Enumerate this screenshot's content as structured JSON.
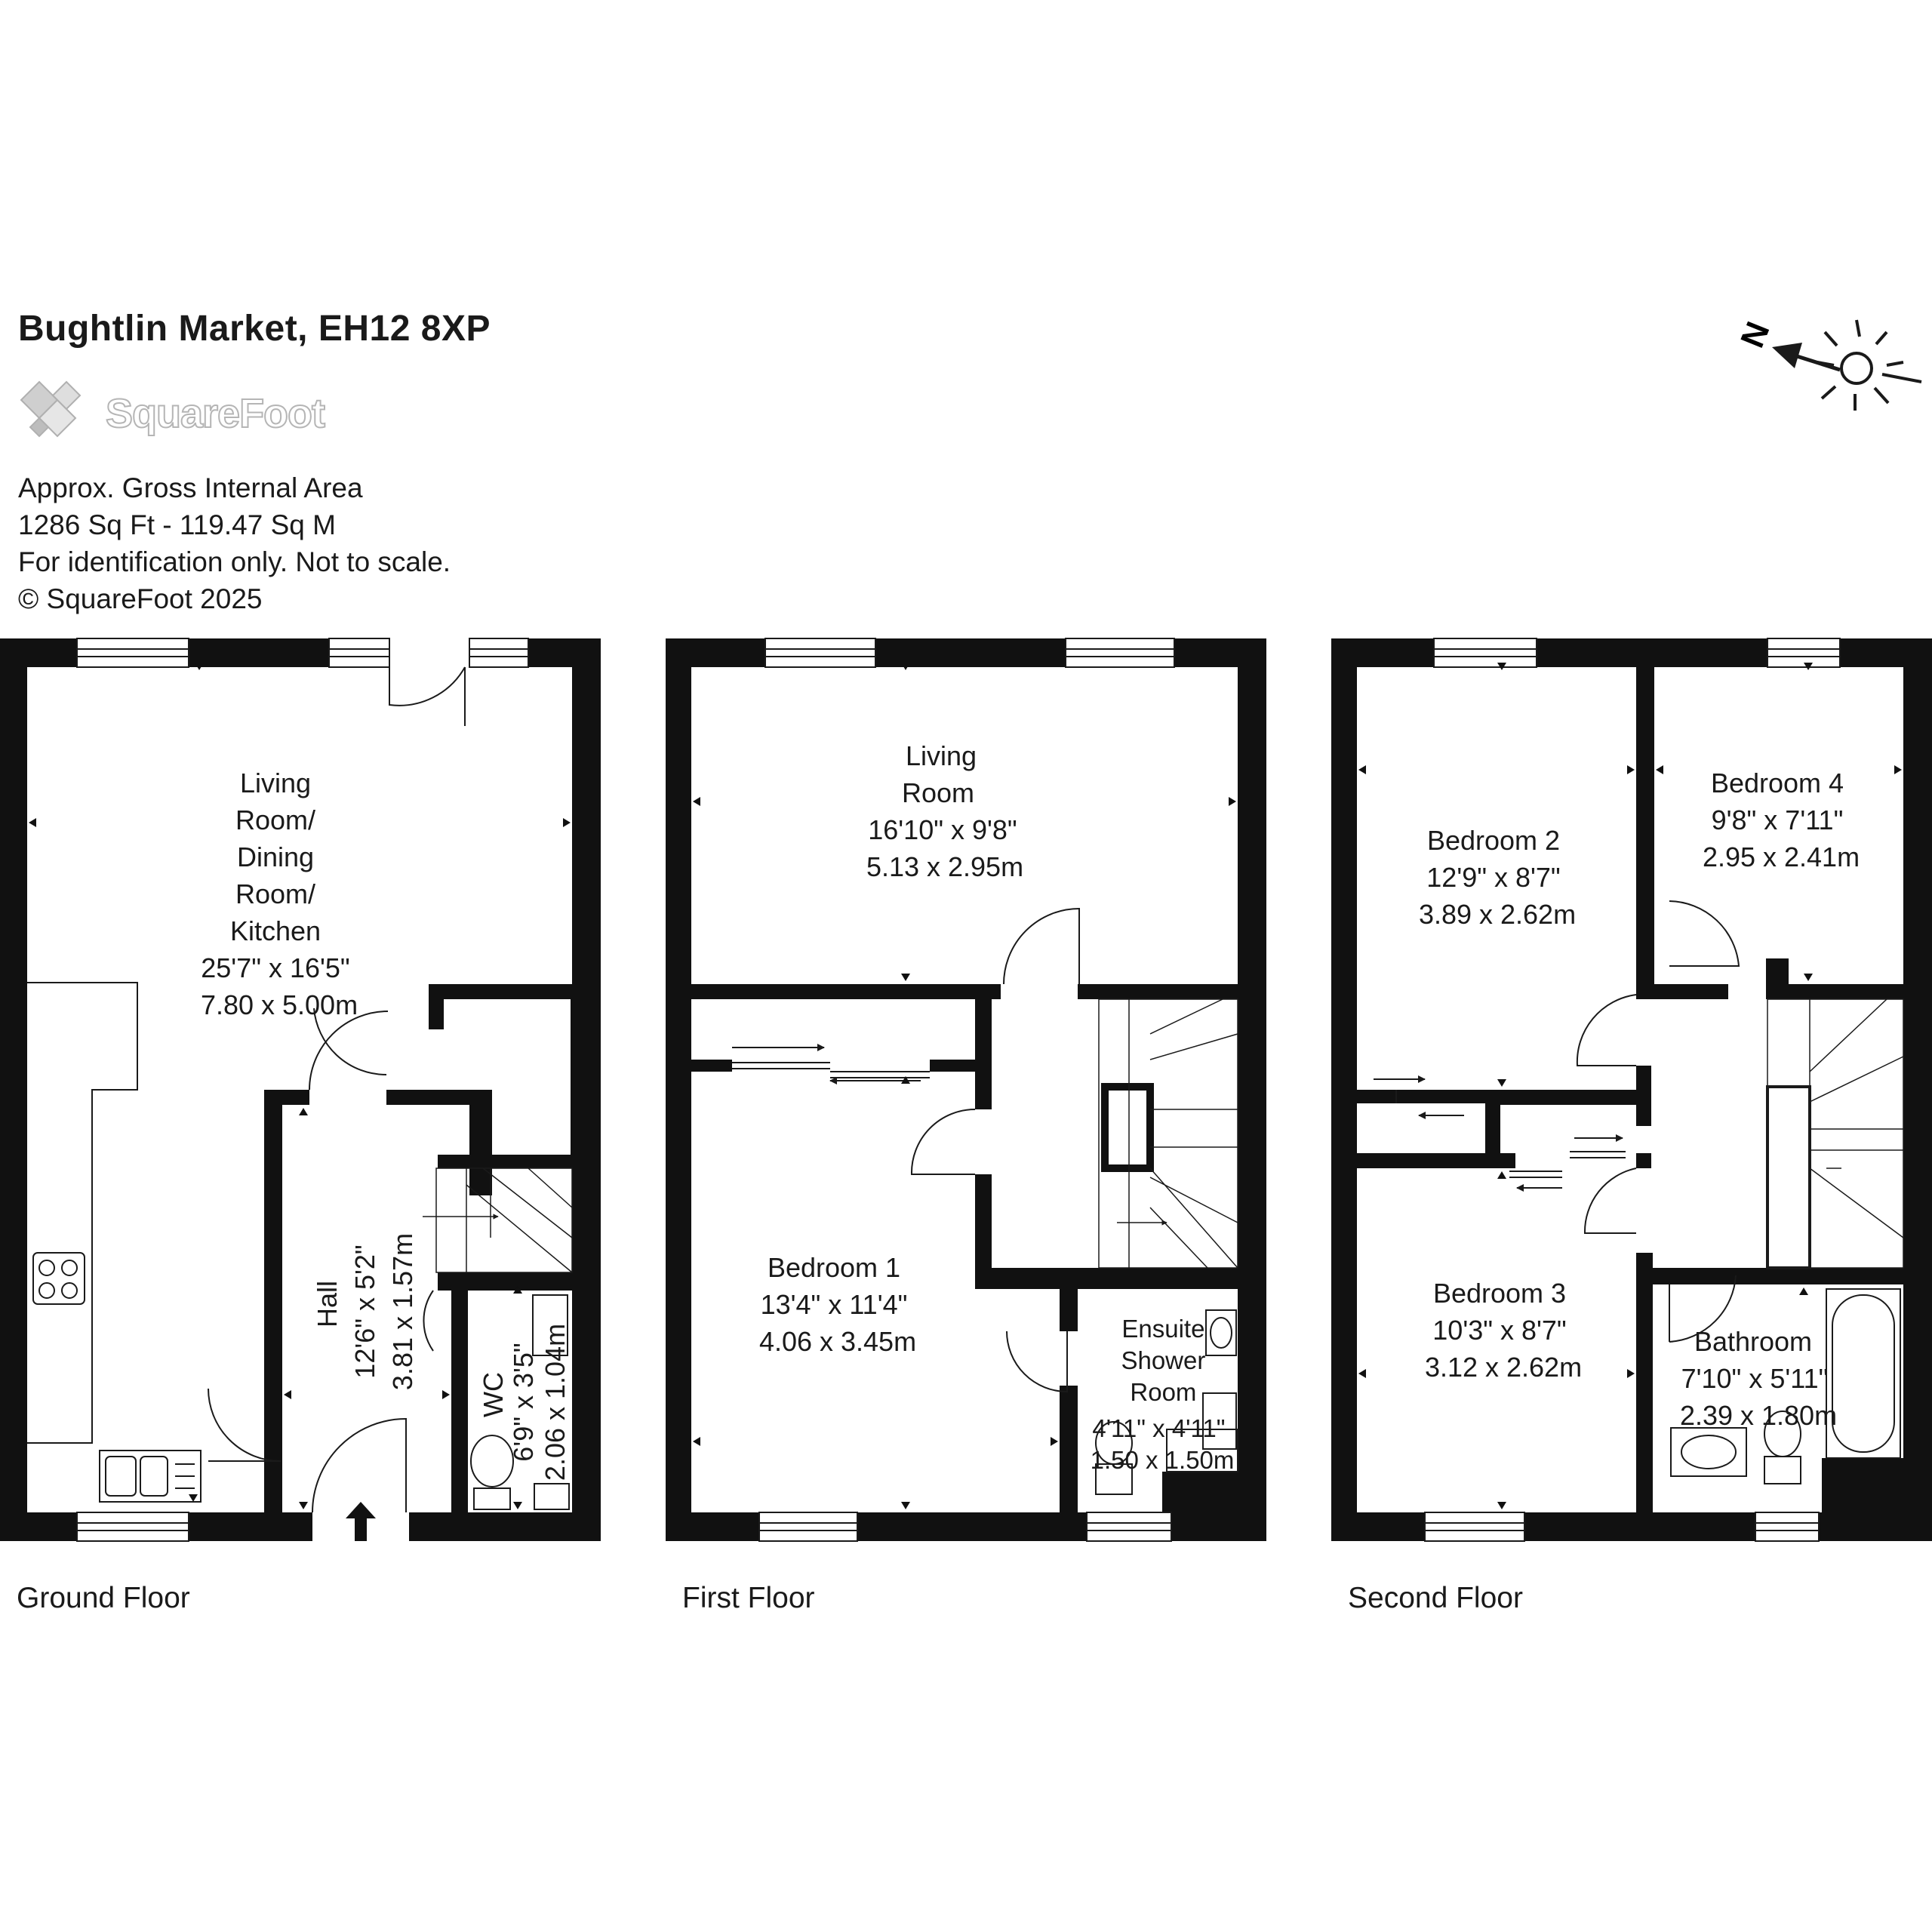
{
  "header": {
    "title": "Bughtlin Market, EH12 8XP",
    "brand": "SquareFoot",
    "area_label": "Approx. Gross Internal Area",
    "area_value": "1286 Sq Ft  -  119.47 Sq M",
    "disclaimer": "For identification only. Not to scale.",
    "copyright": "© SquareFoot 2025"
  },
  "compass": {
    "letter": "N"
  },
  "floors": {
    "ground": {
      "label": "Ground Floor",
      "rooms": {
        "living": {
          "lines": [
            "Living",
            "Room/",
            "Dining",
            "Room/",
            "Kitchen"
          ],
          "imperial": "25'7\" x 16'5\"",
          "metric": "7.80 x 5.00m"
        },
        "hall": {
          "name": "Hall",
          "imperial": "12'6\" x 5'2\"",
          "metric": "3.81 x 1.57m"
        },
        "wc": {
          "name": "WC",
          "imperial": "6'9\" x 3'5\"",
          "metric": "2.06 x 1.04m"
        }
      }
    },
    "first": {
      "label": "First Floor",
      "rooms": {
        "living": {
          "lines": [
            "Living",
            "Room"
          ],
          "imperial": "16'10\" x 9'8\"",
          "metric": "5.13 x 2.95m"
        },
        "bedroom1": {
          "name": "Bedroom 1",
          "imperial": "13'4\" x 11'4\"",
          "metric": "4.06 x 3.45m"
        },
        "ensuite": {
          "lines": [
            "Ensuite",
            "Shower",
            "Room"
          ],
          "imperial": "4'11\" x 4'11\"",
          "metric": "1.50 x 1.50m"
        }
      }
    },
    "second": {
      "label": "Second Floor",
      "rooms": {
        "bedroom2": {
          "name": "Bedroom 2",
          "imperial": "12'9\" x 8'7\"",
          "metric": "3.89 x 2.62m"
        },
        "bedroom4": {
          "name": "Bedroom 4",
          "imperial": "9'8\" x 7'11\"",
          "metric": "2.95 x 2.41m"
        },
        "bedroom3": {
          "name": "Bedroom 3",
          "imperial": "10'3\" x 8'7\"",
          "metric": "3.12 x 2.62m"
        },
        "bathroom": {
          "name": "Bathroom",
          "imperial": "7'10\" x 5'11\"",
          "metric": "2.39 x 1.80m"
        }
      }
    }
  }
}
